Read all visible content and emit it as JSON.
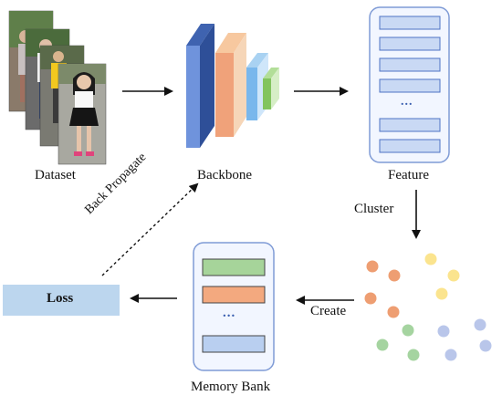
{
  "labels": {
    "dataset": "Dataset",
    "backbone": "Backbone",
    "feature": "Feature",
    "cluster": "Cluster",
    "create": "Create",
    "loss": "Loss",
    "memory_bank": "Memory Bank",
    "back_propagate": "Back Propagate",
    "feature_ellipsis": "...",
    "memory_ellipsis": "..."
  },
  "colors": {
    "panel_border": "#7f9bd6",
    "panel_bg": "#f2f6ff",
    "feature_bar": "#c9d9f4",
    "feature_bar_border": "#4f74c4",
    "loss_box": "#bcd6ee",
    "mem_green": "#a6d49a",
    "mem_orange": "#f3a97f",
    "mem_blue": "#b9cff0",
    "cluster_orange": "#ee9e72",
    "cluster_yellow": "#fbe48e",
    "cluster_green": "#a5d4a0",
    "cluster_blue": "#b9c6ea"
  }
}
